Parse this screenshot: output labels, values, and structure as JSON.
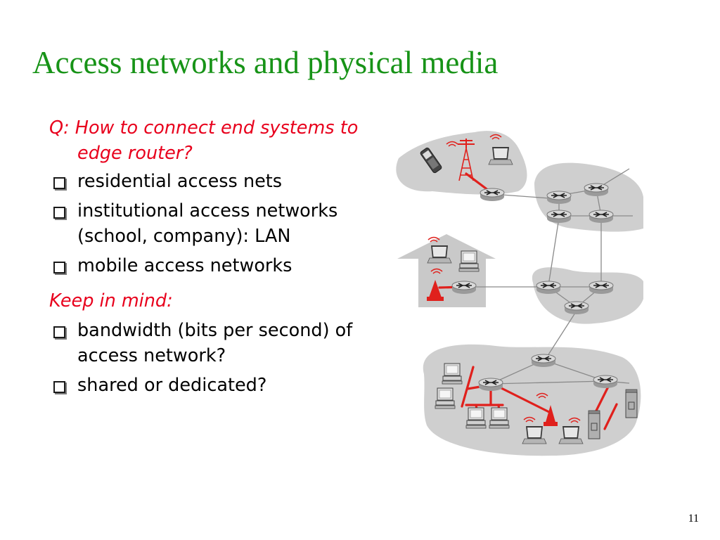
{
  "slide": {
    "title": "Access networks and physical media",
    "question": "Q: How to connect end systems to edge router?",
    "bullets": [
      "residential access nets",
      "institutional access networks (school, company): LAN",
      "mobile access networks"
    ],
    "keep_in_mind": "Keep in mind:",
    "keep_bullets": [
      "bandwidth (bits per second) of access network?",
      "shared or dedicated?"
    ],
    "page_number": "11"
  },
  "colors": {
    "title": "#179317",
    "emphasis": "#e8001c",
    "cloud": "#cfcfcf",
    "home": "#c9c9c9",
    "red_link": "#e0201c",
    "router": "#bfbfbf"
  },
  "icons": [
    "router-icon",
    "laptop-icon",
    "desktop-icon",
    "server-icon",
    "cellphone-icon",
    "cell-tower-icon",
    "wireless-access-point-icon",
    "house-icon"
  ]
}
